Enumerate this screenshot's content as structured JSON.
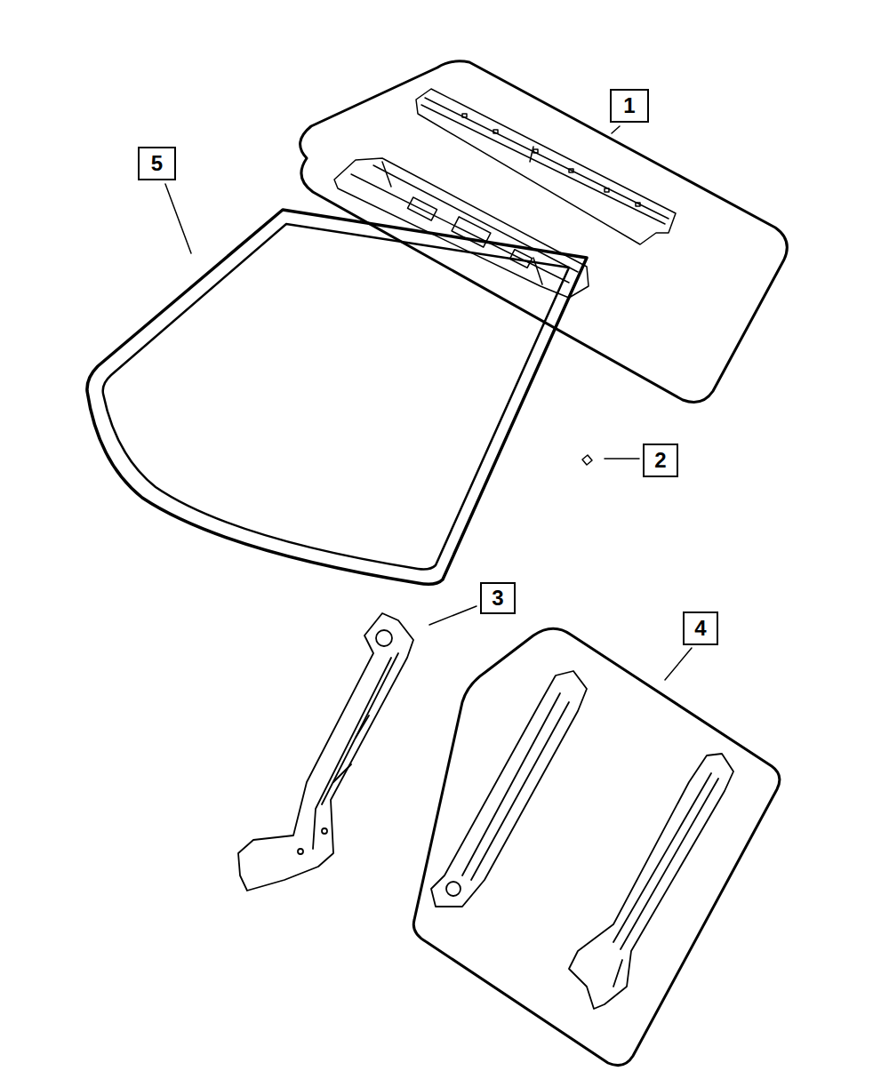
{
  "diagram": {
    "labels": [
      "1",
      "5",
      "2",
      "3",
      "4"
    ]
  }
}
